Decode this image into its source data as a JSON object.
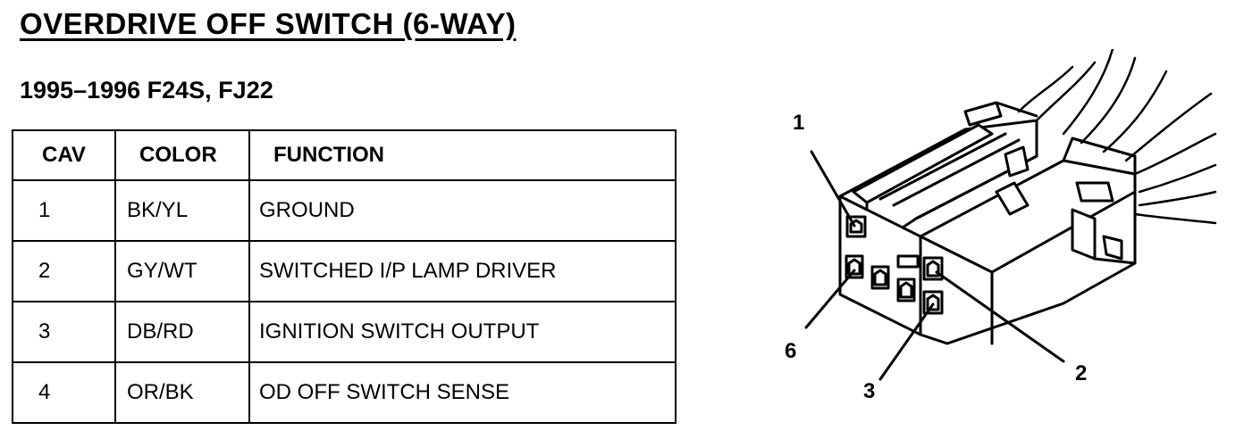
{
  "title": "OVERDRIVE OFF SWITCH (6-WAY)",
  "subtitle": "1995–1996 F24S, FJ22",
  "table": {
    "headers": {
      "cav": "CAV",
      "color": "COLOR",
      "function": "FUNCTION"
    },
    "rows": [
      {
        "cav": "1",
        "color": "BK/YL",
        "function": "GROUND"
      },
      {
        "cav": "2",
        "color": "GY/WT",
        "function": "SWITCHED I/P LAMP DRIVER"
      },
      {
        "cav": "3",
        "color": "DB/RD",
        "function": "IGNITION SWITCH OUTPUT"
      },
      {
        "cav": "4",
        "color": "OR/BK",
        "function": "OD OFF SWITCH SENSE"
      }
    ]
  },
  "connector": {
    "pin_labels": [
      "1",
      "2",
      "3",
      "6"
    ]
  }
}
